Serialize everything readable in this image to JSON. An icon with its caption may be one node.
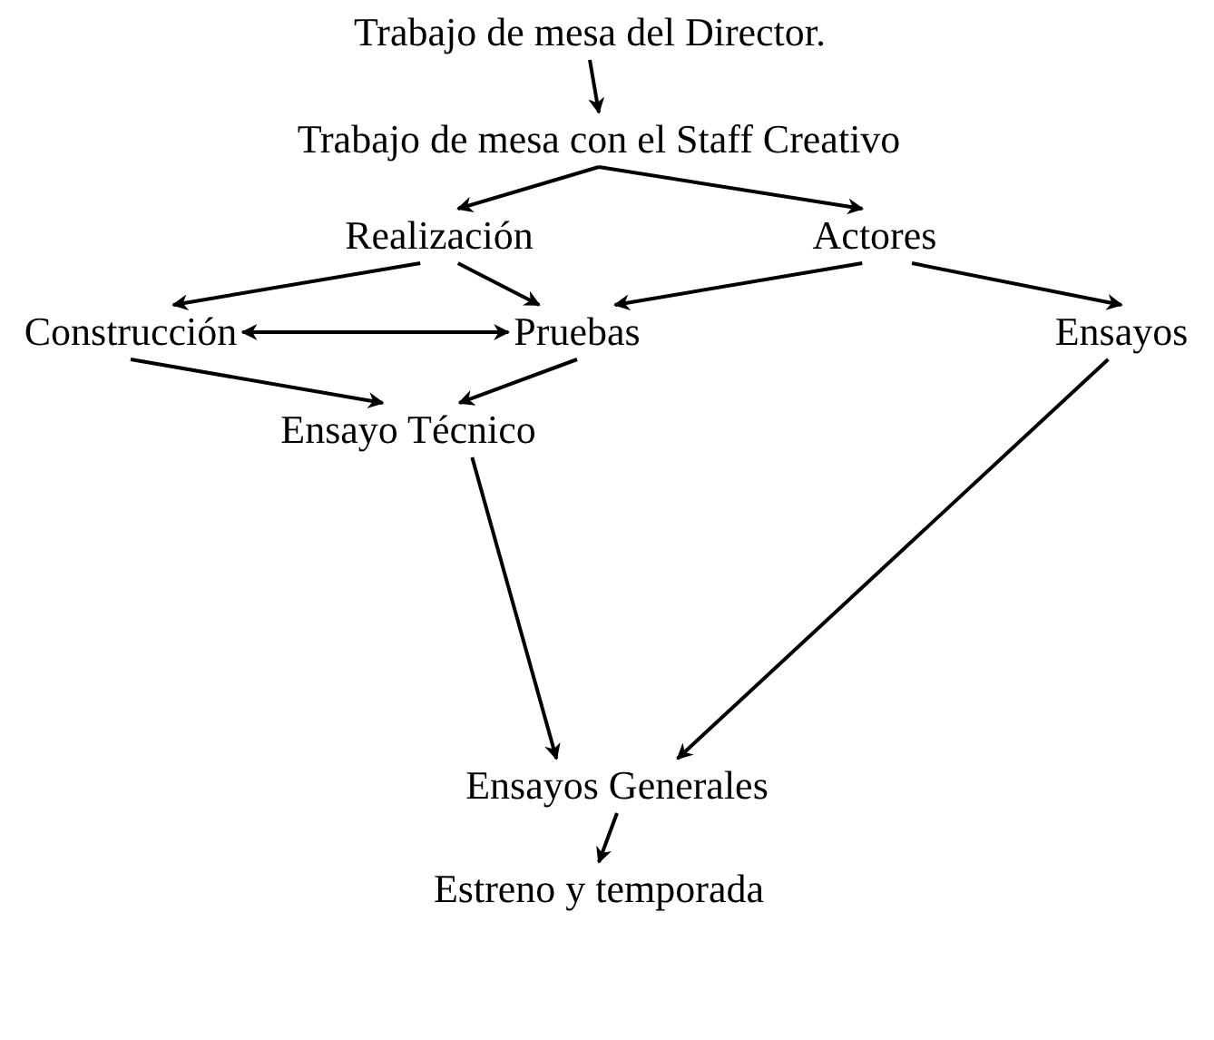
{
  "diagram": {
    "nodes": [
      {
        "text": [
          "Trabajo de mesa del Director."
        ]
      },
      {
        "text": [
          "Trabajo de mesa con el Staff Creativo"
        ]
      },
      {
        "text": [
          "Realización"
        ]
      },
      {
        "text": [
          "Actores"
        ]
      },
      {
        "text": [
          "Construcción"
        ]
      },
      {
        "text": [
          "Pruebas"
        ]
      },
      {
        "text": [
          "Ensayos"
        ]
      },
      {
        "text": [
          "Ensayo Técnico"
        ]
      },
      {
        "text": [
          "Ensayos Generales"
        ]
      },
      {
        "text": [
          "Estreno y temporada"
        ]
      }
    ],
    "edges": [
      {
        "from": 0,
        "to": 1,
        "arrow": "to"
      },
      {
        "from": 1,
        "to": 2,
        "arrow": "to"
      },
      {
        "from": 1,
        "to": 3,
        "arrow": "to"
      },
      {
        "from": 2,
        "to": 4,
        "arrow": "to"
      },
      {
        "from": 2,
        "to": 5,
        "arrow": "to"
      },
      {
        "from": 3,
        "to": 5,
        "arrow": "to"
      },
      {
        "from": 3,
        "to": 6,
        "arrow": "to"
      },
      {
        "from": 4,
        "to": 5,
        "arrow": "both"
      },
      {
        "from": 4,
        "to": 7,
        "arrow": "to"
      },
      {
        "from": 5,
        "to": 7,
        "arrow": "to"
      },
      {
        "from": 7,
        "to": 8,
        "arrow": "to"
      },
      {
        "from": 6,
        "to": 8,
        "arrow": "to"
      },
      {
        "from": 8,
        "to": 9,
        "arrow": "to"
      }
    ]
  }
}
